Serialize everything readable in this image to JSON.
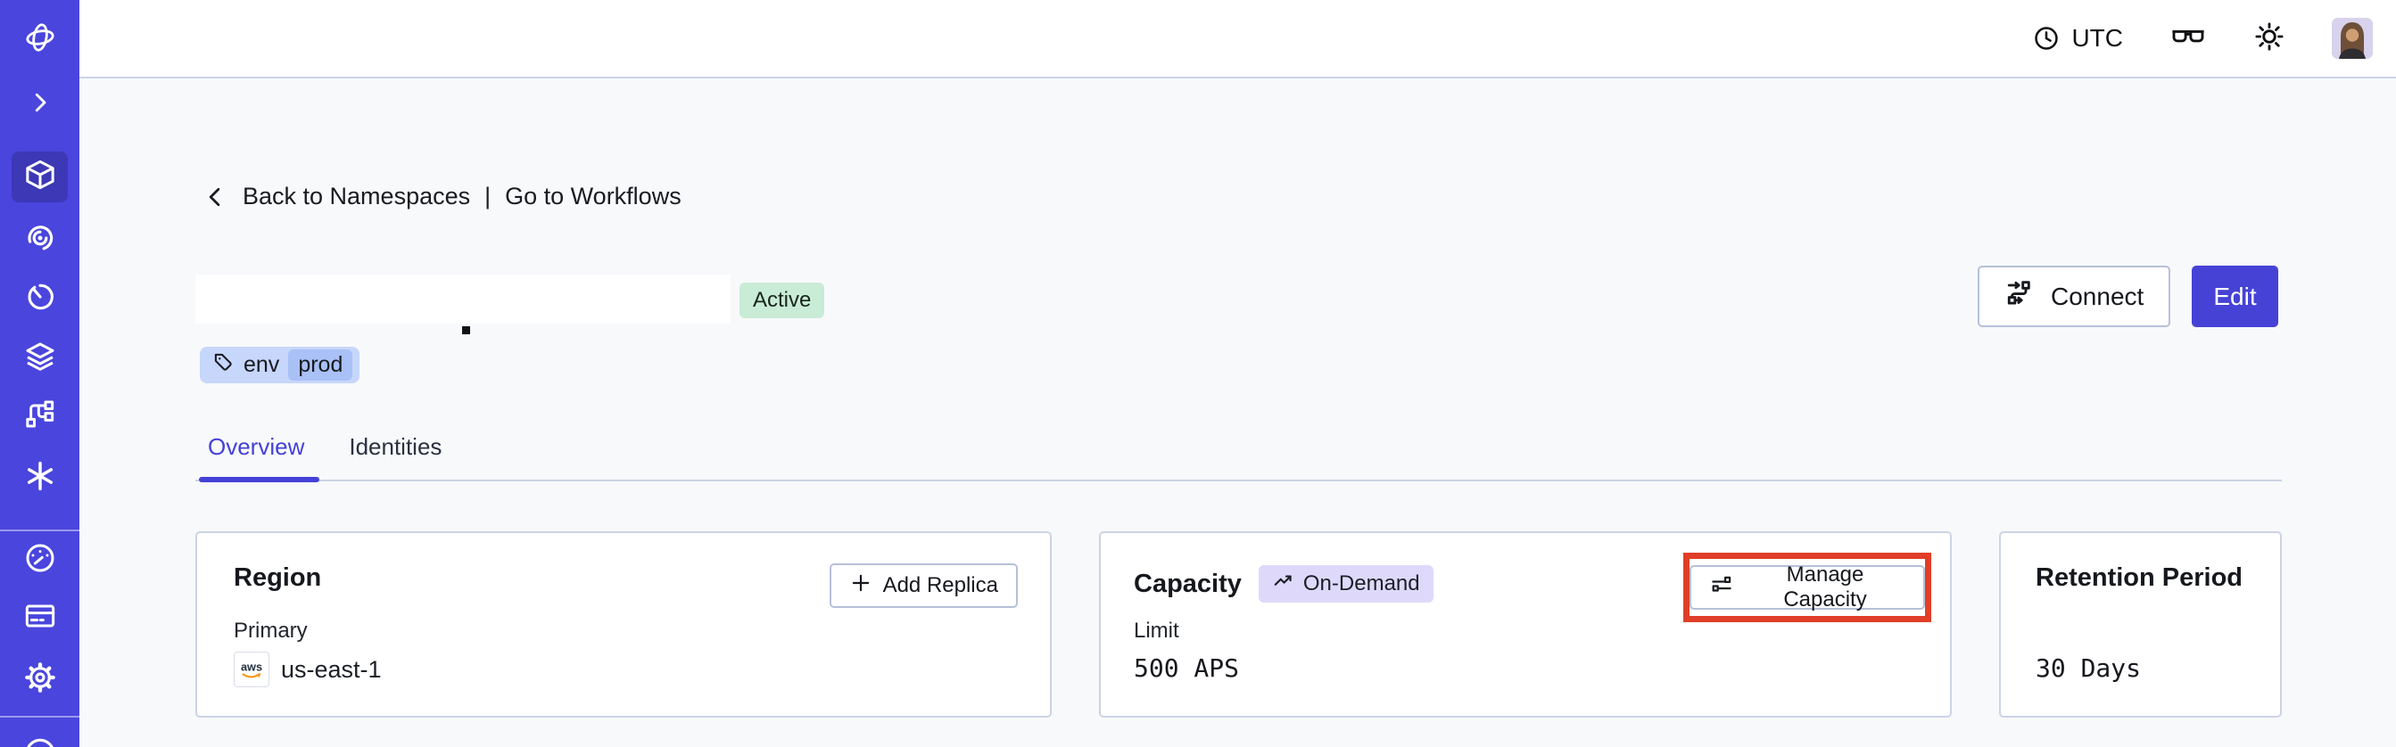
{
  "colors": {
    "sidebar_bg": "#4A45DD",
    "sidebar_active_bg": "#3C38B6",
    "accent": "#4642D6",
    "page_bg": "#F8F9FB",
    "border": "#CCD3E5",
    "status_active_bg": "#C9ECD6",
    "tag_bg": "#C7D6FB",
    "tag_chip_bg": "#A9C1F6",
    "ondemand_bg": "#DED9FB",
    "annotation_red": "#E03E28",
    "aws_orange": "#F7981F"
  },
  "sidebar": {
    "items": [
      {
        "icon": "temporal-logo-icon"
      },
      {
        "icon": "expand-chevron-icon"
      },
      {
        "icon": "namespaces-cube-icon",
        "active": true
      },
      {
        "icon": "nexus-spiral-icon"
      },
      {
        "icon": "schedules-timer-icon"
      },
      {
        "icon": "deployments-layers-icon"
      },
      {
        "icon": "batch-branch-icon"
      },
      {
        "icon": "asterisk-icon"
      },
      {
        "icon": "usage-gauge-icon"
      },
      {
        "icon": "billing-card-icon"
      },
      {
        "icon": "settings-gear-icon"
      },
      {
        "icon": "account-circle-icon"
      }
    ]
  },
  "topbar": {
    "timezone": "UTC",
    "icons": [
      "clock-icon",
      "glasses-icon",
      "sun-icon",
      "avatar"
    ]
  },
  "breadcrumb": {
    "back": "Back to Namespaces",
    "separator": "|",
    "workflows": "Go to Workflows"
  },
  "namespace": {
    "status": "Active",
    "tag_key": "env",
    "tag_value": "prod"
  },
  "actions": {
    "connect": "Connect",
    "edit": "Edit"
  },
  "tabs": [
    {
      "label": "Overview",
      "active": true
    },
    {
      "label": "Identities",
      "active": false
    }
  ],
  "cards": {
    "region": {
      "title": "Region",
      "add_replica": "Add Replica",
      "primary_label": "Primary",
      "provider": "aws",
      "value": "us-east-1"
    },
    "capacity": {
      "title": "Capacity",
      "badge": "On-Demand",
      "manage": "Manage Capacity",
      "limit_label": "Limit",
      "value": "500 APS"
    },
    "retention": {
      "title": "Retention Period",
      "value": "30 Days"
    }
  }
}
